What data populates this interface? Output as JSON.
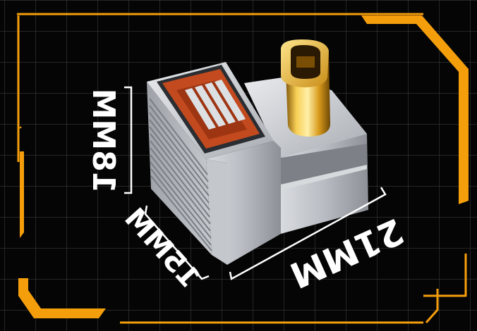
{
  "dimensions": {
    "height_label": "18MM",
    "depth_label": "15MM",
    "width_label": "21MM"
  },
  "colors": {
    "background": "#050505",
    "grid_line": "#3a3a3a",
    "frame_accent": "#f59e0b",
    "dimension_line": "#ffffff",
    "usb_insert": "#c24a1e",
    "connector_gold": "#e0a826",
    "metal": "#c9ccd0"
  },
  "product": {
    "type": "right-angle USB-A female to USB-C male adapter"
  }
}
